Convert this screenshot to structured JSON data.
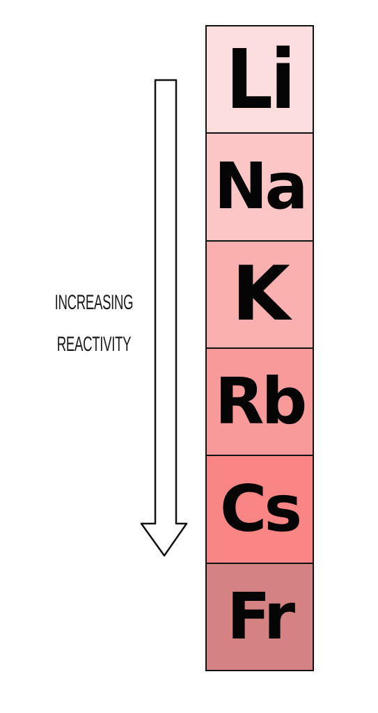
{
  "label": {
    "line1": "INCREASING",
    "line2": "REACTIVITY"
  },
  "elements": [
    {
      "symbol": "Li",
      "color": "#fddede"
    },
    {
      "symbol": "Na",
      "color": "#fcc6c6"
    },
    {
      "symbol": "K",
      "color": "#fbb0b0"
    },
    {
      "symbol": "Rb",
      "color": "#f99a9a"
    },
    {
      "symbol": "Cs",
      "color": "#fa8585"
    },
    {
      "symbol": "Fr",
      "color": "#d48282"
    }
  ],
  "colors": {
    "outline": "#111111",
    "arrow_fill": "#ffffff"
  }
}
